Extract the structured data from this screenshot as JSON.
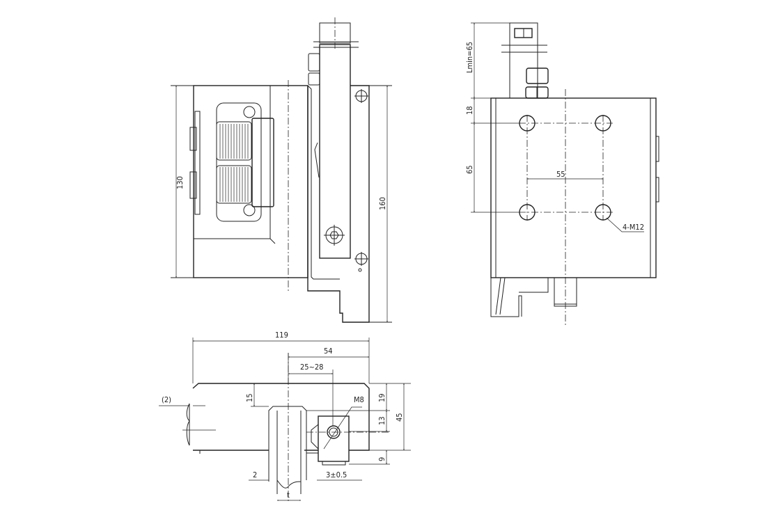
{
  "front_view": {
    "height_130": "130",
    "height_160": "160"
  },
  "side_view": {
    "lmin": "Lmin=65",
    "dim_18": "18",
    "dim_65": "65",
    "dim_55": "55",
    "holes": "4-M12"
  },
  "bottom_view": {
    "dim_119": "119",
    "dim_54": "54",
    "dim_range": "25~28",
    "dim_15": "15",
    "dim_gap": "(2)",
    "thread": "M8",
    "dim_19": "19",
    "dim_13": "13",
    "dim_45": "45",
    "dim_9": "9",
    "dim_2": "2",
    "tolerance": "3±0.5",
    "thickness": "t"
  }
}
